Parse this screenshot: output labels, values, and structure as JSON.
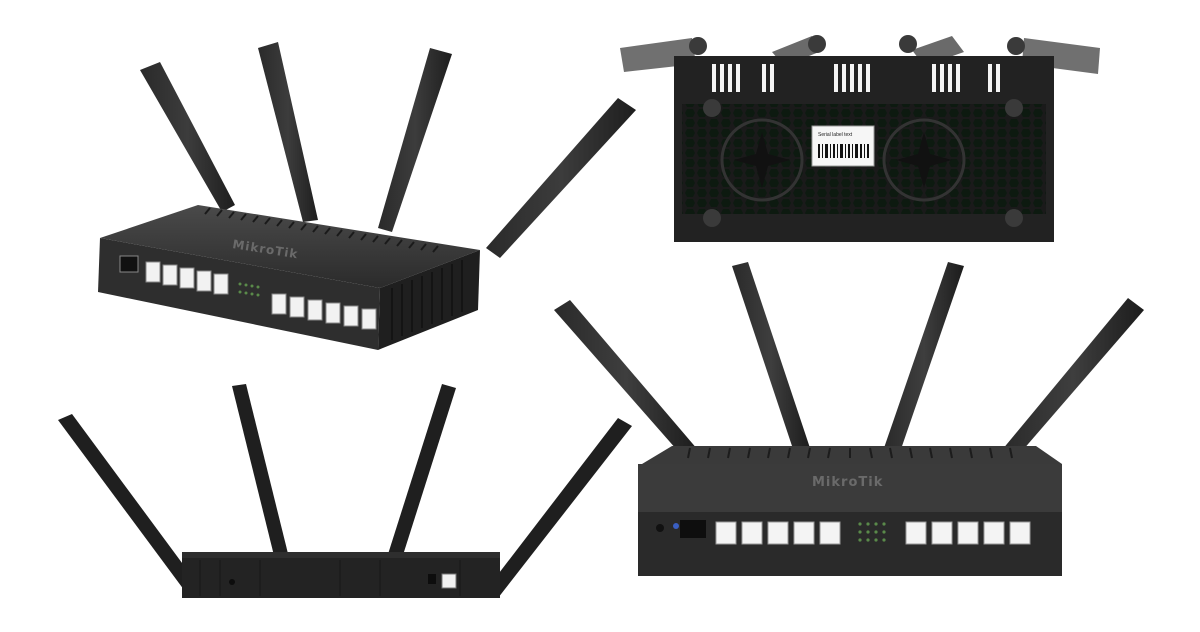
{
  "views": {
    "top_left": {
      "brand": "MikroTik"
    },
    "top_right": {
      "serial_label": "Serial label text"
    },
    "bottom_right": {
      "brand": "MikroTik"
    }
  }
}
